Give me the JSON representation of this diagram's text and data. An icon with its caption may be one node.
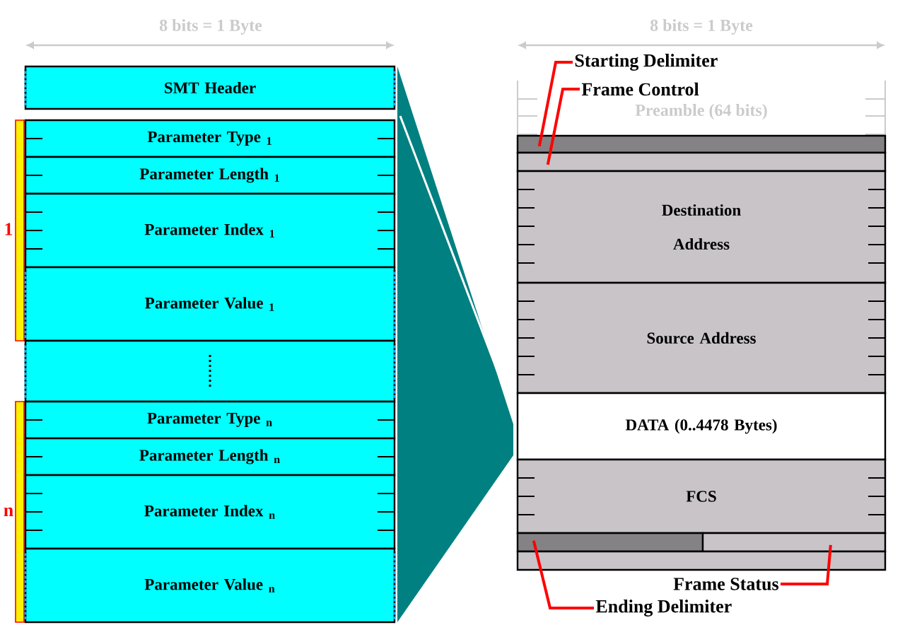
{
  "diagram": {
    "nodes": [
      {
        "text": [
          "SMT Header"
        ]
      },
      {
        "text": [
          "Parameter Type $_{1}$"
        ]
      },
      {
        "text": [
          "Parameter Length $_{1}$"
        ]
      },
      {
        "text": [
          "Parameter Index $_{1}$"
        ]
      },
      {
        "text": [
          "Parameter Value $_{1}$"
        ]
      },
      {
        "text": [],
        "shape": "box"
      },
      {
        "text": [
          "Parameter Type $_{n}$"
        ]
      },
      {
        "text": [
          "Parameter Length $_{n}$"
        ]
      },
      {
        "text": [
          "Parameter Index $_{n}$"
        ]
      },
      {
        "text": [
          "Parameter Value $_{n}$"
        ]
      },
      {
        "text": [],
        "shape": "box"
      },
      {
        "text": [],
        "shape": "box"
      },
      {
        "text": [
          "Destination Address"
        ]
      },
      {
        "text": [
          "Source Address"
        ]
      },
      {
        "text": [
          "DATA (0..4478 Bytes)"
        ]
      },
      {
        "text": [
          "FCS"
        ]
      },
      {
        "text": [],
        "shape": "box"
      },
      {
        "text": [],
        "shape": "box"
      },
      {
        "text": [],
        "shape": "box"
      },
      {
        "text": [
          "Starting Delimiter"
        ]
      },
      {
        "text": [
          "Frame Control"
        ]
      },
      {
        "text": [
          "Frame Status"
        ]
      },
      {
        "text": [
          "Ending Delimiter"
        ]
      }
    ],
    "edges": [
      {
        "from": 19,
        "to": 10,
        "arrow": "none",
        "color": "#ff0000"
      },
      {
        "from": 20,
        "to": 11,
        "arrow": "none",
        "color": "#ff0000"
      },
      {
        "from": 21,
        "to": 17,
        "arrow": "none",
        "color": "#ff0000"
      },
      {
        "from": 22,
        "to": 16,
        "arrow": "none",
        "color": "#ff0000"
      }
    ],
    "labels": [
      "8 bits = 1 Byte",
      "8 bits = 1 Byte",
      "Preamble (64 bits)",
      "1",
      "n"
    ]
  }
}
